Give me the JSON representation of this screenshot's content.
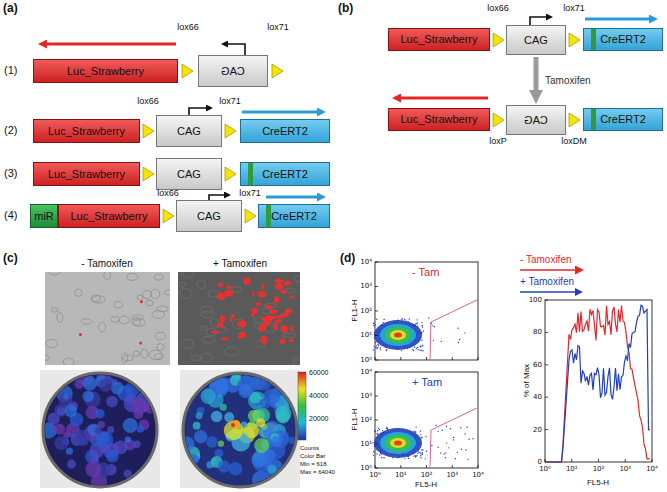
{
  "diagram": {
    "nodes": [
      {
        "text": [
          "Luc_Strawberry"
        ]
      },
      {
        "text": [
          "CAG"
        ]
      },
      {
        "text": [
          "Luc_Strawberry"
        ]
      },
      {
        "text": [
          "CAG"
        ]
      },
      {
        "text": [
          "CreERT2"
        ]
      },
      {
        "text": [
          "Luc_Strawberry"
        ]
      },
      {
        "text": [
          "CAG"
        ]
      },
      {
        "text": [
          "CreERT2"
        ]
      },
      {
        "text": [
          "miR"
        ]
      },
      {
        "text": [
          "Luc_Strawberry"
        ]
      },
      {
        "text": [
          "CAG"
        ]
      },
      {
        "text": [
          "CreERT2"
        ]
      },
      {
        "text": [
          "Luc_Strawberry"
        ]
      },
      {
        "text": [
          "CAG"
        ]
      },
      {
        "text": [
          "CreERT2"
        ]
      },
      {
        "text": [
          "Luc_Strawberry"
        ]
      },
      {
        "text": [
          "CAG"
        ]
      },
      {
        "text": [
          "CreERT2"
        ]
      }
    ],
    "edges": [
      {
        "from": 13,
        "to": 16,
        "label": "Tamoxifen",
        "arrow": "to"
      }
    ],
    "labels": [
      "(a)",
      "lox66",
      "lox71",
      "(1)",
      "lox66",
      "lox71",
      "(2)",
      "(3)",
      "lox66",
      "lox71",
      "(4)",
      "(b)",
      "lox66",
      "lox71",
      "loxP",
      "loxDM",
      "(c)",
      "- Tamoxifen",
      "+ Tamoxifen",
      "60000",
      "40000",
      "20000",
      "Counts",
      "Color Bar",
      "Min = 618",
      "Max = 64040",
      "(d)",
      "FL1-H",
      "FL1-H",
      "10⁰",
      "10¹",
      "10²",
      "10³",
      "10⁴",
      "10⁰",
      "10¹",
      "10²",
      "10³",
      "10⁴",
      "10⁰",
      "10¹",
      "10²",
      "10³",
      "10⁴",
      "FL5-H",
      "- Tam",
      "+ Tam",
      "% of Max",
      "0",
      "20",
      "40",
      "60",
      "80",
      "100",
      "10⁰",
      "10¹",
      "10²",
      "10³",
      "10⁴",
      "FL5-H"
    ],
    "legend": [
      {
        "text": "- Tamoxifen"
      },
      {
        "text": "+ Tamoxifen"
      }
    ]
  }
}
